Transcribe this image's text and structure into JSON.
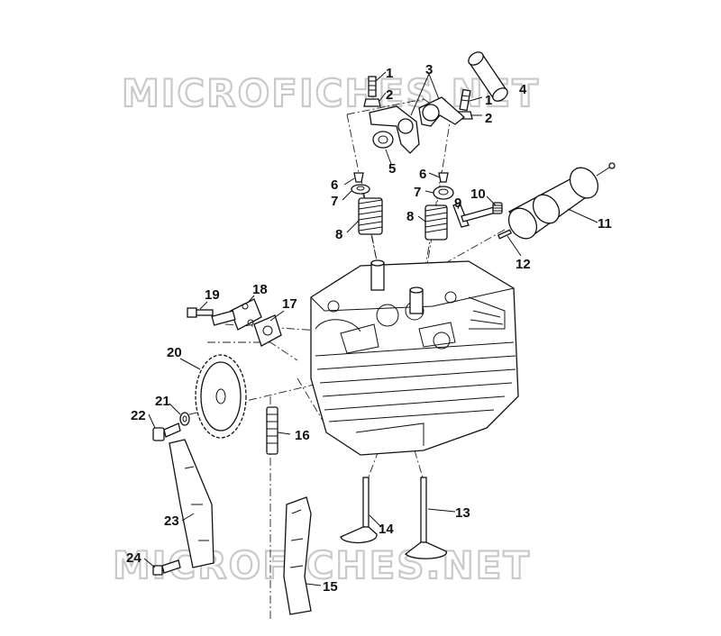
{
  "watermark": {
    "top": "MICROFICHES.NET",
    "bottom": "MICROFICHES.NET"
  },
  "callouts": [
    {
      "id": "c1a",
      "text": "1"
    },
    {
      "id": "c1b",
      "text": "1"
    },
    {
      "id": "c2a",
      "text": "2"
    },
    {
      "id": "c2b",
      "text": "2"
    },
    {
      "id": "c3",
      "text": "3"
    },
    {
      "id": "c4",
      "text": "4"
    },
    {
      "id": "c5",
      "text": "5"
    },
    {
      "id": "c6a",
      "text": "6"
    },
    {
      "id": "c6b",
      "text": "6"
    },
    {
      "id": "c7a",
      "text": "7"
    },
    {
      "id": "c7b",
      "text": "7"
    },
    {
      "id": "c8a",
      "text": "8"
    },
    {
      "id": "c8b",
      "text": "8"
    },
    {
      "id": "c9",
      "text": "9"
    },
    {
      "id": "c10",
      "text": "10"
    },
    {
      "id": "c11",
      "text": "11"
    },
    {
      "id": "c12",
      "text": "12"
    },
    {
      "id": "c13",
      "text": "13"
    },
    {
      "id": "c14",
      "text": "14"
    },
    {
      "id": "c15",
      "text": "15"
    },
    {
      "id": "c16",
      "text": "16"
    },
    {
      "id": "c17",
      "text": "17"
    },
    {
      "id": "c18",
      "text": "18"
    },
    {
      "id": "c19",
      "text": "19"
    },
    {
      "id": "c20",
      "text": "20"
    },
    {
      "id": "c21",
      "text": "21"
    },
    {
      "id": "c22",
      "text": "22"
    },
    {
      "id": "c23",
      "text": "23"
    },
    {
      "id": "c24",
      "text": "24"
    }
  ]
}
